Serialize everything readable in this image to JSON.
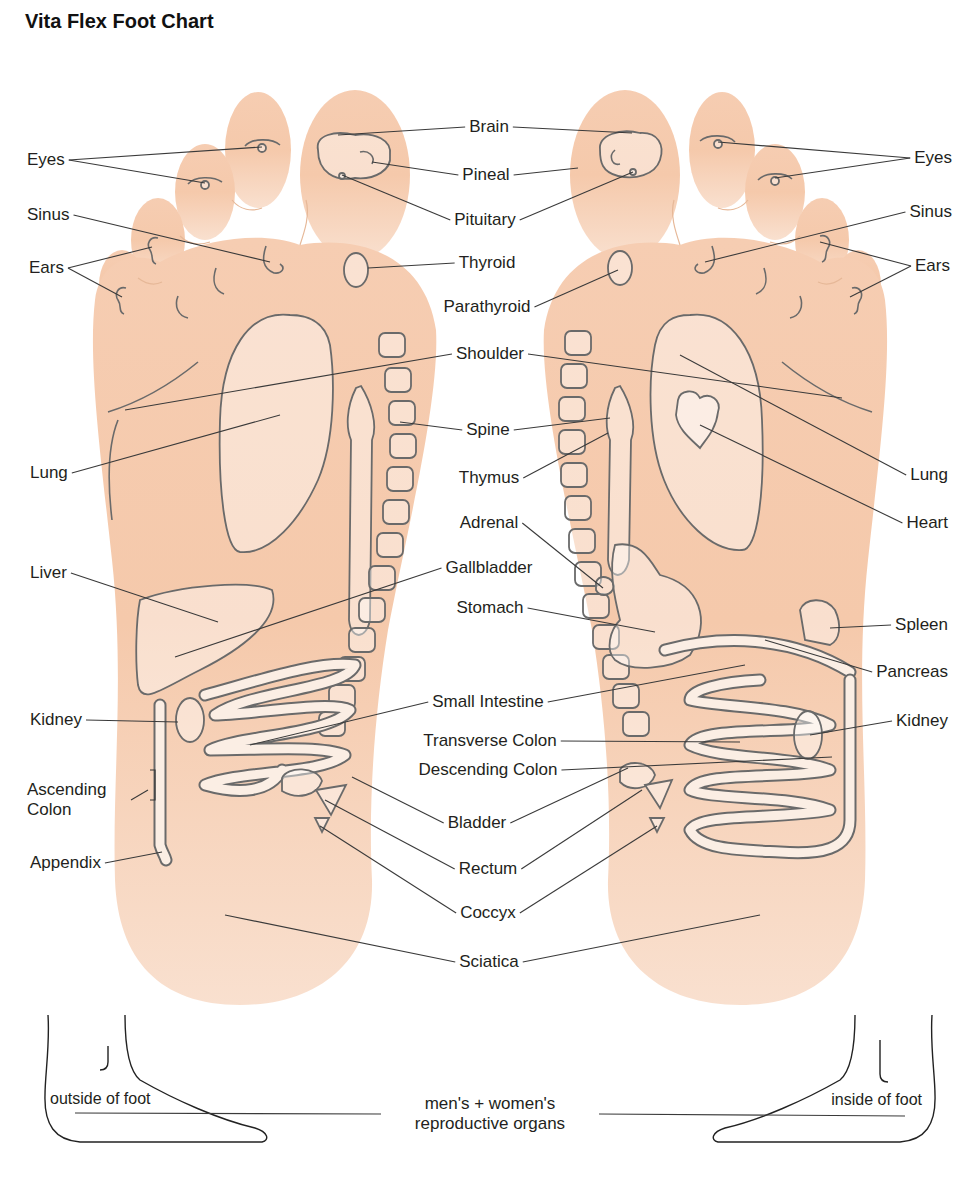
{
  "diagram": {
    "title": "Vita Flex Foot Chart",
    "labels": [
      "Eyes",
      "Sinus",
      "Ears",
      "Lung",
      "Liver",
      "Kidney",
      "Ascending Colon",
      "Appendix",
      "Brain",
      "Pineal",
      "Pituitary",
      "Thyroid",
      "Parathyroid",
      "Shoulder",
      "Spine",
      "Thymus",
      "Adrenal",
      "Gallbladder",
      "Stomach",
      "Small Intestine",
      "Transverse Colon",
      "Descending Colon",
      "Bladder",
      "Rectum",
      "Coccyx",
      "Sciatica",
      "Eyes",
      "Sinus",
      "Ears",
      "Lung",
      "Heart",
      "Spleen",
      "Pancreas",
      "Kidney",
      "outside of foot",
      "men's + women's reproductive organs",
      "inside of foot"
    ]
  }
}
